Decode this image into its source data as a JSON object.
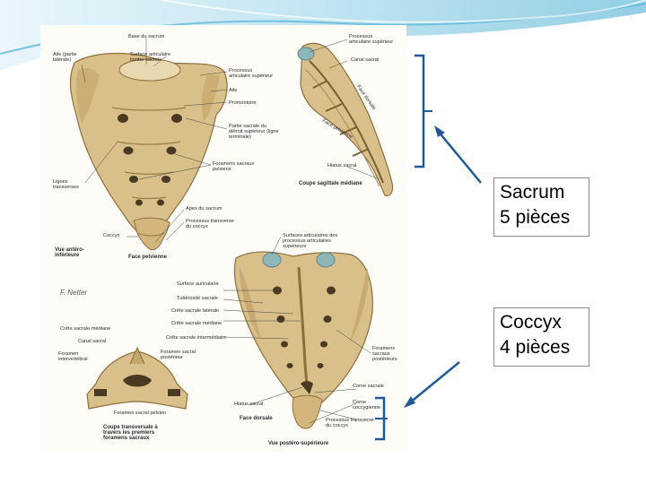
{
  "figure": {
    "sacral_view": {
      "base": "Base du sacrum",
      "lumbosacral_surface": "Surface articulaire lombo-sacrale",
      "wing": "Aile (partie latérale)",
      "superior_articular_process": "Processus articulaire supérieur",
      "aile": "Aile",
      "promontory": "Promontoire",
      "pelvic_brim": "Partie sacrale du détroit supérieur (ligne terminale)",
      "pelvic_foramina": "Foramens sacraux pelviens",
      "transverse_lines": "Lignes transverses",
      "apex": "Apex du sacrum",
      "coccyx_transverse_process": "Processus transverse du coccyx",
      "coccyx": "Coccyx",
      "view_anterior": "Vue antéro-inférieure",
      "pelvic_face": "Face pelvienne"
    },
    "sagittal_section": {
      "articular_process": "Processus articulaire supérieur",
      "sacral_canal": "Canal sacral",
      "dorsal_face": "Face dorsale",
      "pelvic_face": "Face pelvienne",
      "sacral_hiatus": "Hiatus sacral",
      "title": "Coupe sagittale médiane"
    },
    "dorsal_view": {
      "articular_surfaces": "Surfaces articulaires des processus articulaires supérieurs",
      "auricular_surface": "Surface auriculaire",
      "sacral_tuberosity": "Tubérosité sacrale",
      "lateral_crest": "Crête sacrale latérale",
      "median_crest": "Crête sacrale médiane",
      "intermediate_crest": "Crête sacrale intermédiaire",
      "posterior_foramina": "Foramens sacraux postérieurs",
      "sacral_horn": "Corne sacrale",
      "sacral_hiatus": "Hiatus sacral",
      "coccygeal_horn": "Corne coccygienne",
      "coccyx_transverse_process": "Processus transverse du coccyx",
      "dorsal_face": "Face dorsale",
      "view_posterior": "Vue postéro-supérieure"
    },
    "transverse_section": {
      "median_crest": "Crête sacrale médiane",
      "sacral_canal": "Canal sacral",
      "intervertebral_foramen": "Foramen intervertébral",
      "posterior_foramen": "Foramen sacral postérieur",
      "pelvic_foramen": "Foramen sacral pelvien",
      "title": "Coupe transversale à travers les premiers foramens sacraux"
    },
    "signature": "F. Netter"
  },
  "callouts": {
    "sacrum": {
      "line1": "Sacrum",
      "line2": "5 pièces"
    },
    "coccyx": {
      "line1": "Coccyx",
      "line2": "4 pièces"
    }
  },
  "colors": {
    "bone": "#d9c08a",
    "bone_dark": "#a88a52",
    "cartilage": "#8fb6b8",
    "arrow": "#1f5a96",
    "swoosh": "#6ec3dd"
  }
}
